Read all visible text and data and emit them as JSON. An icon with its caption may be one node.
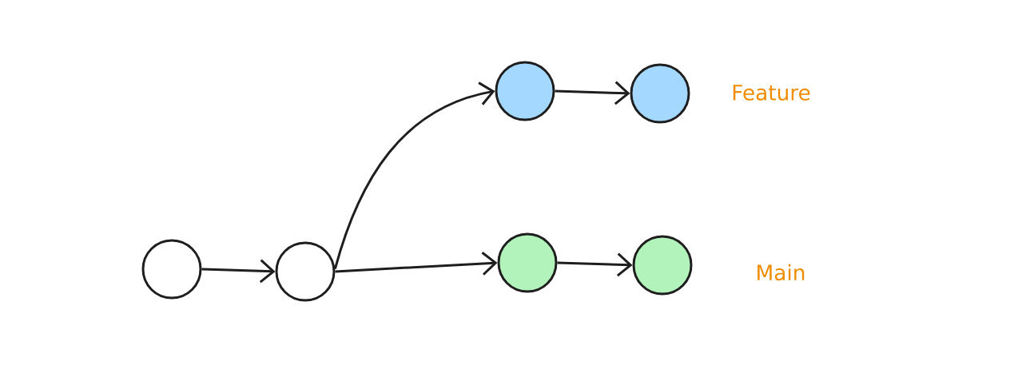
{
  "diagram": {
    "nodes": [
      {
        "text": [],
        "shape": "circle"
      },
      {
        "text": [],
        "shape": "circle"
      },
      {
        "text": [],
        "shape": "circle"
      },
      {
        "text": [],
        "shape": "circle"
      },
      {
        "text": [],
        "shape": "circle"
      },
      {
        "text": [],
        "shape": "circle"
      }
    ],
    "edges": [
      {
        "from": 0,
        "to": 1,
        "arrow": "to"
      },
      {
        "from": 1,
        "to": 2,
        "arrow": "to"
      },
      {
        "from": 1,
        "to": 3,
        "arrow": "to"
      },
      {
        "from": 2,
        "to": 4,
        "arrow": "to"
      },
      {
        "from": 3,
        "to": 5,
        "arrow": "to"
      }
    ],
    "labels": [
      "Feature",
      "Main"
    ]
  }
}
